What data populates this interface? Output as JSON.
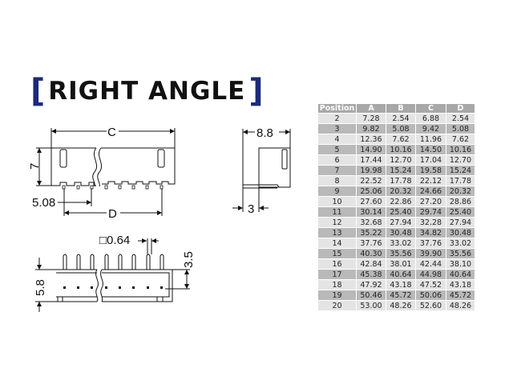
{
  "title": {
    "bracket_open": "[",
    "text": "RIGHT ANGLE",
    "bracket_close": "]",
    "bracket_color": "#1a2a7a"
  },
  "front_view": {
    "dim_C": "C",
    "dim_D": "D",
    "dim_height": "7",
    "dim_pitch": "5.08"
  },
  "side_view": {
    "dim_depth": "8.8",
    "dim_pin_offset": "3"
  },
  "bottom_view": {
    "dim_pin_size": "□0.64",
    "dim_pin_length": "3.5",
    "dim_body_height": "5.8"
  },
  "table": {
    "headers": [
      "Position",
      "A",
      "B",
      "C",
      "D"
    ],
    "header_bg": "#a8a8a8",
    "rows": [
      [
        "2",
        "7.28",
        "2.54",
        "6.88",
        "2.54"
      ],
      [
        "3",
        "9.82",
        "5.08",
        "9.42",
        "5.08"
      ],
      [
        "4",
        "12.36",
        "7.62",
        "11.96",
        "7.62"
      ],
      [
        "5",
        "14.90",
        "10.16",
        "14.50",
        "10.16"
      ],
      [
        "6",
        "17.44",
        "12.70",
        "17.04",
        "12.70"
      ],
      [
        "7",
        "19.98",
        "15.24",
        "19.58",
        "15.24"
      ],
      [
        "8",
        "22.52",
        "17.78",
        "22.12",
        "17.78"
      ],
      [
        "9",
        "25.06",
        "20.32",
        "24.66",
        "20.32"
      ],
      [
        "10",
        "27.60",
        "22.86",
        "27.20",
        "28.86"
      ],
      [
        "11",
        "30.14",
        "25.40",
        "29.74",
        "25.40"
      ],
      [
        "12",
        "32.68",
        "27.94",
        "32.28",
        "27.94"
      ],
      [
        "13",
        "35.22",
        "30.48",
        "34.82",
        "30.48"
      ],
      [
        "14",
        "37.76",
        "33.02",
        "37.76",
        "33.02"
      ],
      [
        "15",
        "40.30",
        "35.56",
        "39.90",
        "35.56"
      ],
      [
        "16",
        "42.84",
        "38.01",
        "42.44",
        "38.10"
      ],
      [
        "17",
        "45.38",
        "40.64",
        "44.98",
        "40.64"
      ],
      [
        "18",
        "47.92",
        "43.18",
        "47.52",
        "43.18"
      ],
      [
        "19",
        "50.46",
        "45.72",
        "50.06",
        "45.72"
      ],
      [
        "20",
        "53.00",
        "48.26",
        "52.60",
        "48.26"
      ]
    ]
  }
}
